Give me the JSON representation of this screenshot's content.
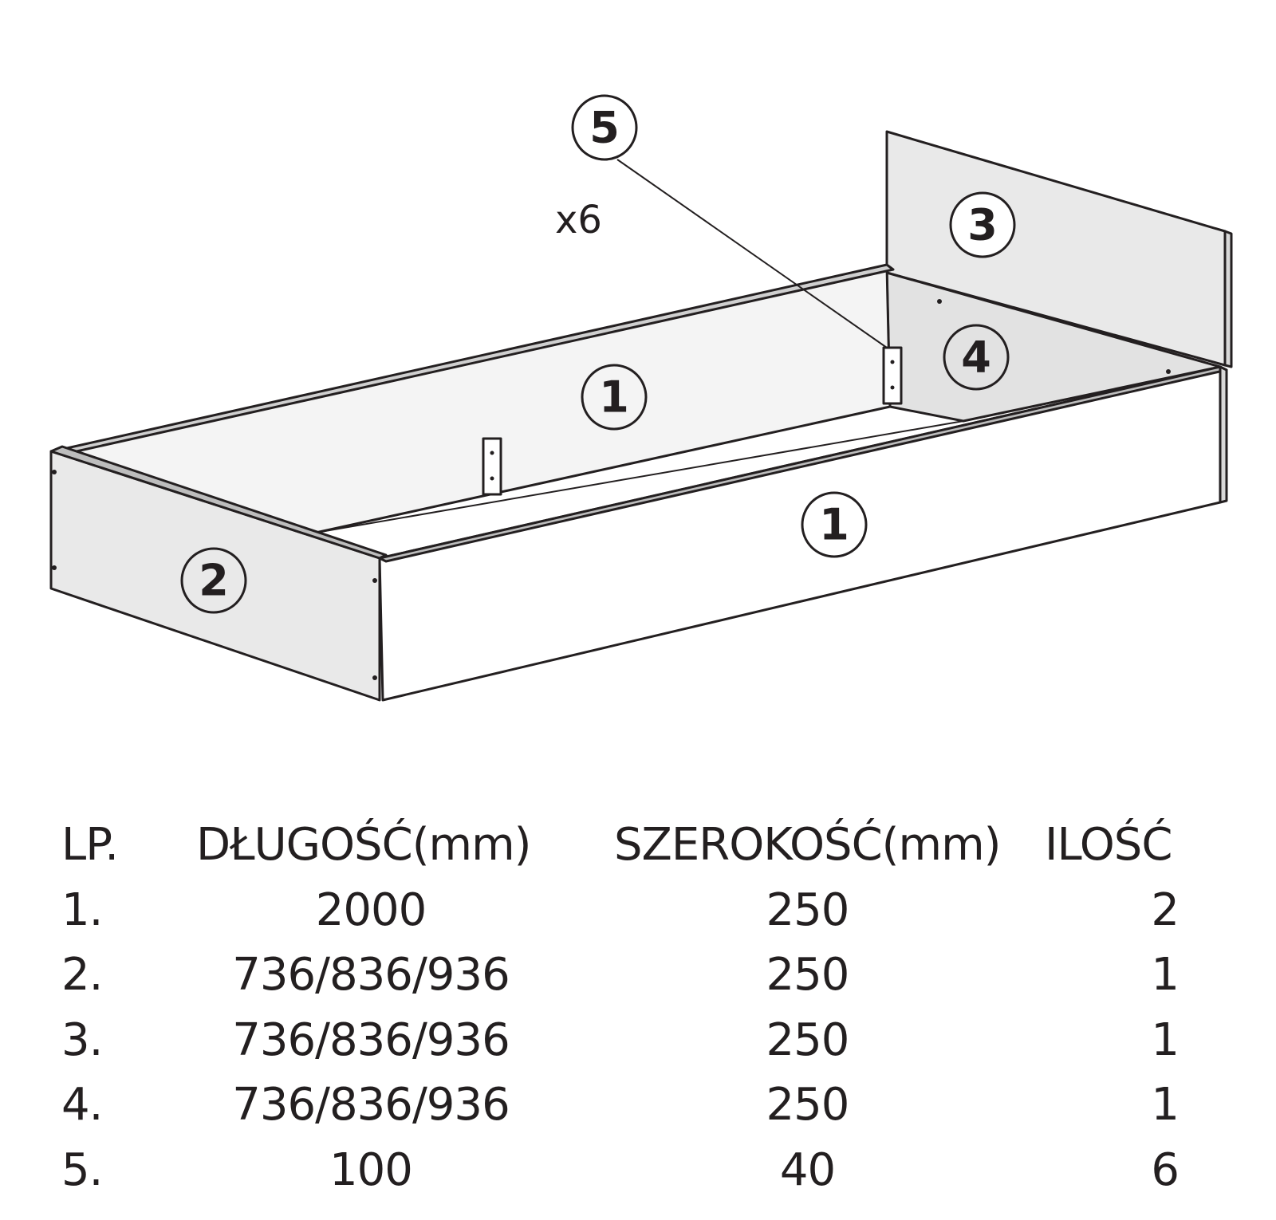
{
  "diagram": {
    "callouts": [
      "1",
      "1",
      "2",
      "3",
      "4",
      "5"
    ],
    "quantity_note": "x6",
    "colors": {
      "line": "#231f20",
      "panel_light": "#f4f4f4",
      "panel_mid": "#e9e9e9",
      "panel_dark": "#e2e2e2",
      "background": "#ffffff"
    }
  },
  "table": {
    "headers": {
      "lp": "LP.",
      "length": "DŁUGOŚĆ(mm)",
      "width": "SZEROKOŚĆ(mm)",
      "qty": "ILOŚĆ"
    },
    "rows": [
      {
        "lp": "1.",
        "length": "2000",
        "width": "250",
        "qty": "2"
      },
      {
        "lp": "2.",
        "length": "736/836/936",
        "width": "250",
        "qty": "1"
      },
      {
        "lp": "3.",
        "length": "736/836/936",
        "width": "250",
        "qty": "1"
      },
      {
        "lp": "4.",
        "length": "736/836/936",
        "width": "250",
        "qty": "1"
      },
      {
        "lp": "5.",
        "length": "100",
        "width": "40",
        "qty": "6"
      }
    ]
  }
}
